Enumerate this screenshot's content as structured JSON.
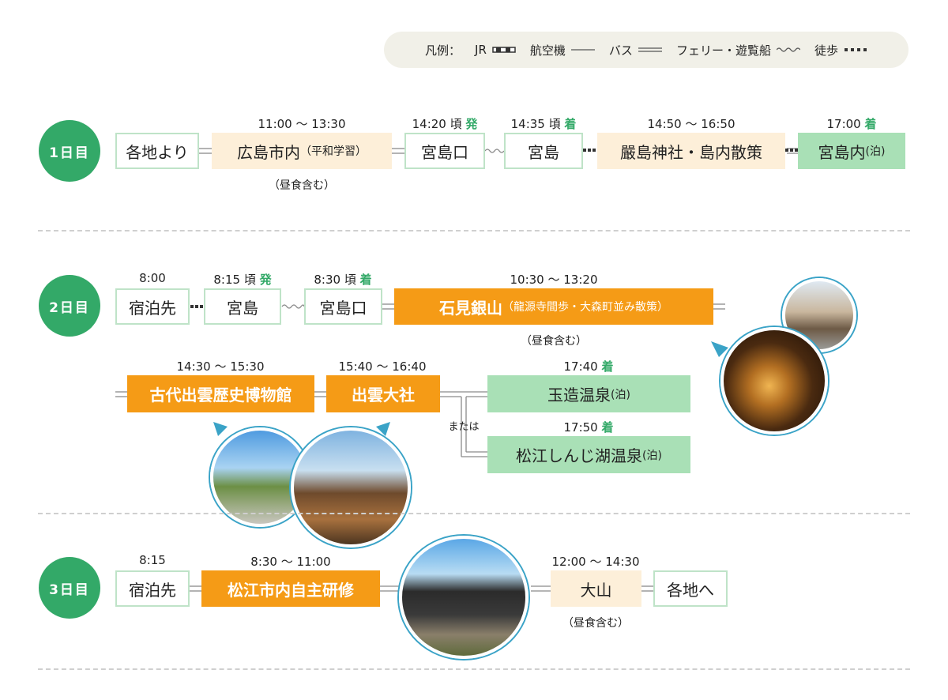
{
  "legend": {
    "title": "凡例：",
    "items": [
      "JR",
      "航空機",
      "バス",
      "フェリー・遊覧船",
      "徒歩"
    ]
  },
  "day1": {
    "label": "1日目",
    "b1": "各地より",
    "b2": "広島市内",
    "b2s": "（平和学習）",
    "b2_time": "11:00 〜 13:30",
    "b2_note": "（昼食含む）",
    "b3": "宮島口",
    "b3_time": "14:20 頃",
    "b3_tag": "発",
    "b4": "宮島",
    "b4_time": "14:35 頃",
    "b4_tag": "着",
    "b5": "嚴島神社・島内散策",
    "b5_time": "14:50 〜 16:50",
    "b6": "宮島内",
    "b6s": "(泊)",
    "b6_time": "17:00",
    "b6_tag": "着"
  },
  "day2": {
    "label": "2日目",
    "b1": "宿泊先",
    "b1_time": "8:00",
    "b2": "宮島",
    "b2_time": "8:15 頃",
    "b2_tag": "発",
    "b3": "宮島口",
    "b3_time": "8:30 頃",
    "b3_tag": "着",
    "b4": "石見銀山",
    "b4s": "（龍源寺間歩・大森町並み散策）",
    "b4_time": "10:30 〜 13:20",
    "b4_note": "（昼食含む）",
    "b5": "古代出雲歴史博物館",
    "b5_time": "14:30 〜 15:30",
    "b6": "出雲大社",
    "b6_time": "15:40 〜 16:40",
    "b7": "玉造温泉",
    "b7s": "(泊)",
    "b7_time": "17:40",
    "b7_tag": "着",
    "or": "または",
    "b8": "松江しんじ湖温泉",
    "b8s": "(泊)",
    "b8_time": "17:50",
    "b8_tag": "着"
  },
  "day3": {
    "label": "3日目",
    "b1": "宿泊先",
    "b1_time": "8:15",
    "b2": "松江市内自主研修",
    "b2_time": "8:30 〜 11:00",
    "b3": "大山",
    "b3_time": "12:00 〜 14:30",
    "b3_note": "（昼食含む）",
    "b4": "各地へ"
  },
  "colors": {
    "day_circle": "#33a968",
    "orange": "#f59b16",
    "cream": "#fdefd9",
    "green": "#a9e0b6",
    "box_border": "#bfe3c8",
    "photo_ring": "#3aa3c7"
  }
}
